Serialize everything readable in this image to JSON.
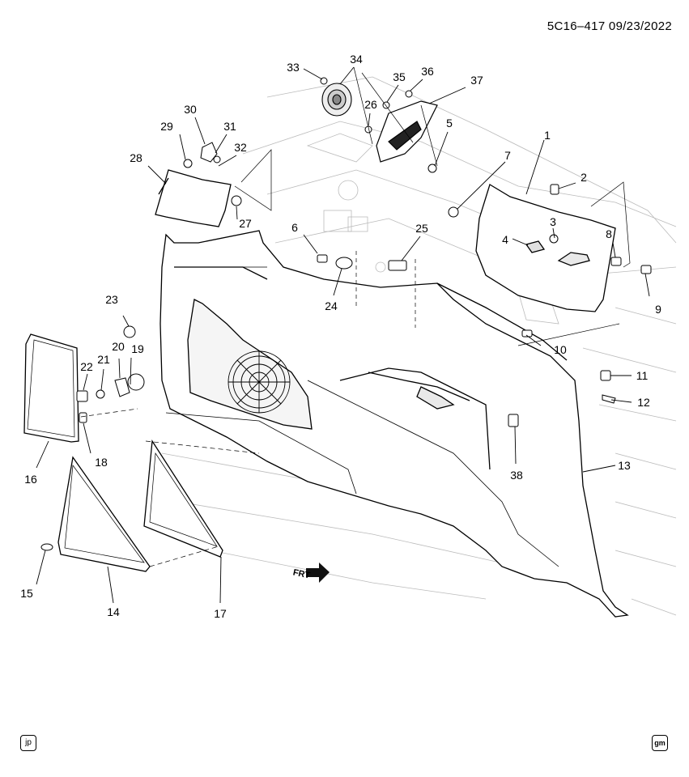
{
  "header": {
    "code": "5C16–417  09/23/2022"
  },
  "badges": {
    "left": "jp",
    "right": "gm"
  },
  "frt_arrow": "FRT",
  "callouts": [
    "1",
    "2",
    "3",
    "4",
    "5",
    "6",
    "7",
    "8",
    "9",
    "10",
    "11",
    "12",
    "13",
    "14",
    "15",
    "16",
    "17",
    "18",
    "19",
    "20",
    "21",
    "22",
    "23",
    "24",
    "25",
    "26",
    "27",
    "28",
    "29",
    "30",
    "31",
    "32",
    "33",
    "34",
    "35",
    "36",
    "37",
    "38"
  ]
}
